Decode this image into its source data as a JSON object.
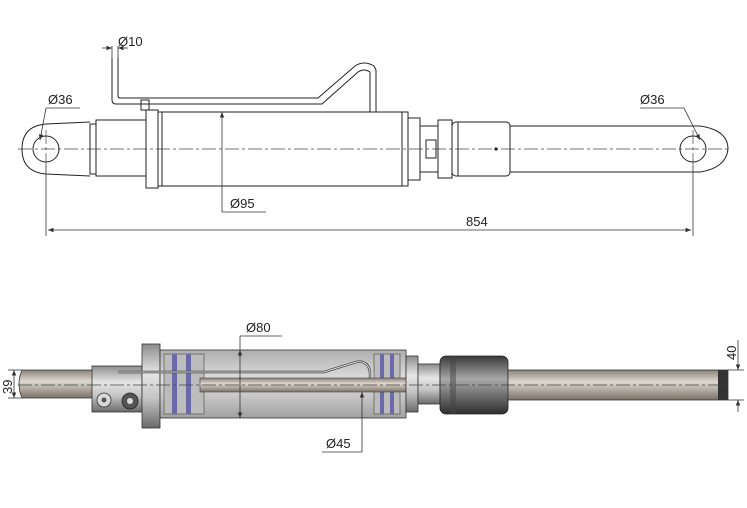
{
  "top_view": {
    "pipe_diameter": "Ø10",
    "left_eye_diameter": "Ø36",
    "right_eye_diameter": "Ø36",
    "cylinder_diameter": "Ø95",
    "overall_length": "854"
  },
  "bottom_view": {
    "bore_diameter": "Ø80",
    "rod_diameter": "Ø45",
    "eye_width": "39",
    "rod_end_width": "40"
  }
}
